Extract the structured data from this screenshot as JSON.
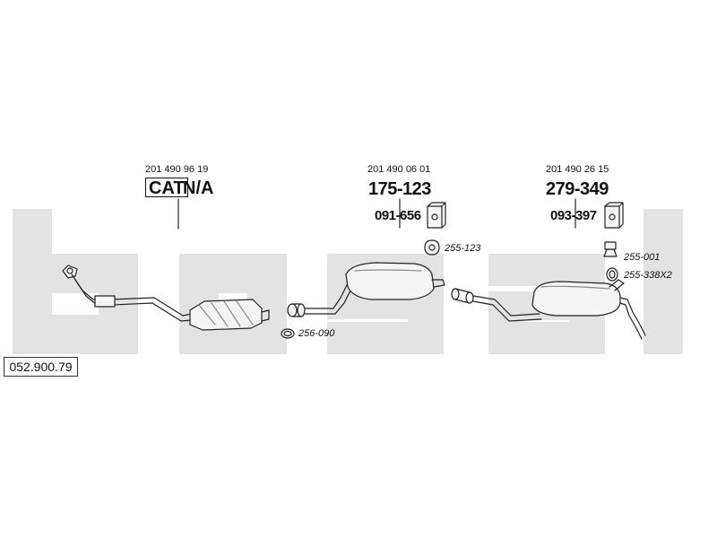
{
  "brand": {
    "logo_text": "bosal",
    "color": "#e2e2e2"
  },
  "diagram_ref": "052.900.79",
  "sections": {
    "cat": {
      "oe_number": "201 490 96 19",
      "badge": "CAT",
      "status": "N/A"
    },
    "middle": {
      "oe_number": "201 490 06 01",
      "part_number": "175-123",
      "bracket_number": "091-656"
    },
    "rear": {
      "oe_number": "201 490 26 15",
      "part_number": "279-349",
      "bracket_number": "093-397"
    }
  },
  "accessories": {
    "rubber_hanger_mid": "255-123",
    "clamp_front": "256-090",
    "rubber_mount_rear": "255-001",
    "rubber_ring_rear": "255-338X2"
  },
  "colors": {
    "line": "#222222",
    "part_fill": "#f4f4f4",
    "shade": "#9a9a9a"
  }
}
